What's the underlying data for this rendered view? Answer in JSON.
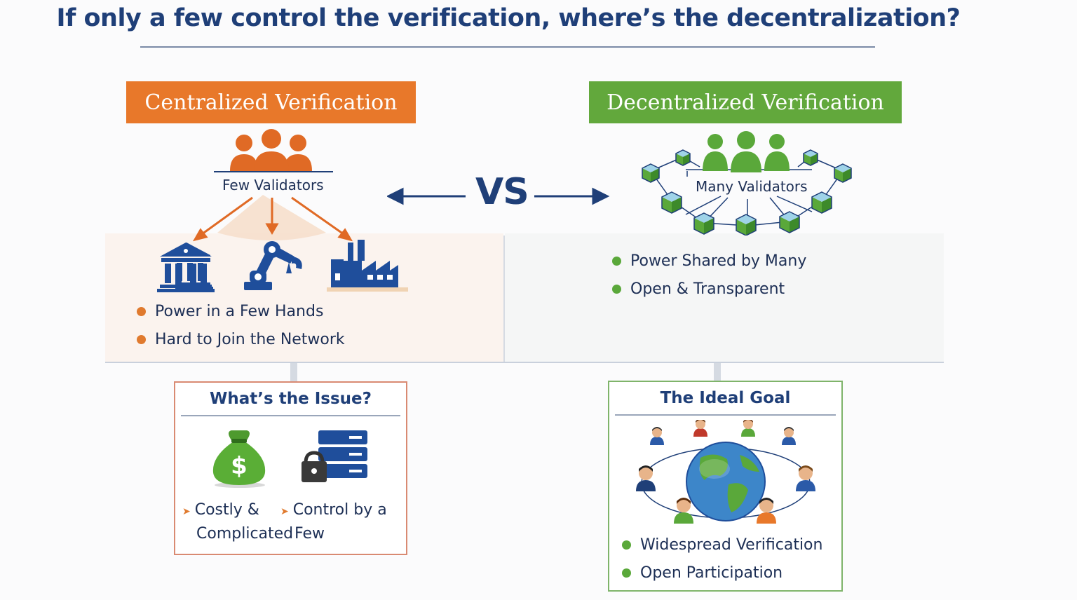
{
  "title": "If only a few control the verification, where’s the decentralization?",
  "colors": {
    "navy": "#1f3f78",
    "orange": "#e8782a",
    "green": "#62a83c"
  },
  "left": {
    "banner": "Centralized Verification",
    "node_label": "Few Validators",
    "icons": [
      "people-group-icon",
      "bank-icon",
      "robot-arm-icon",
      "factory-icon"
    ],
    "bullets": [
      "Power in a Few Hands",
      "Hard to Join the Network"
    ]
  },
  "vs_label": "VS",
  "right": {
    "banner": "Decentralized Verification",
    "node_label": "Many Validators",
    "icons": [
      "people-group-icon",
      "cube-node-icon"
    ],
    "bullets": [
      "Power Shared by Many",
      "Open & Transparent"
    ]
  },
  "issue_box": {
    "title": "What’s the Issue?",
    "icons": [
      "money-bag-icon",
      "locked-server-icon"
    ],
    "items": [
      {
        "line1": "Costly &",
        "line2": "Complicated"
      },
      {
        "line1": "Control by a",
        "line2": "Few"
      }
    ]
  },
  "goal_box": {
    "title": "The Ideal Goal",
    "icons": [
      "globe-icon",
      "person-icon"
    ],
    "bullets": [
      "Widespread Verification",
      "Open Participation"
    ]
  }
}
